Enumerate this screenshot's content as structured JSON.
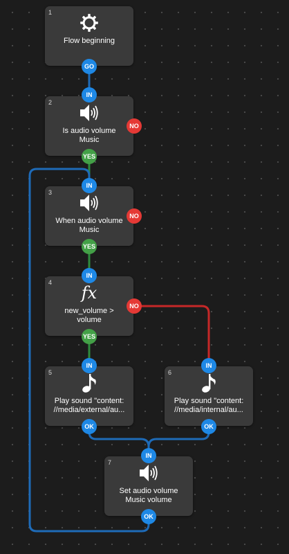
{
  "colors": {
    "background": "#1c1c1c",
    "node": "#3a3a3a",
    "port_in": "#1e88e5",
    "port_yes": "#43a047",
    "port_no": "#e53935",
    "wire_blue": "#1e6bb8",
    "wire_green": "#2e8b3e",
    "wire_red": "#c62828"
  },
  "nodes": [
    {
      "number": "1",
      "icon": "gear-icon",
      "label": "Flow beginning",
      "ports": {
        "out": "GO"
      }
    },
    {
      "number": "2",
      "icon": "speaker-icon",
      "label": "Is audio volume\nMusic",
      "ports": {
        "in": "IN",
        "yes": "YES",
        "no": "NO"
      }
    },
    {
      "number": "3",
      "icon": "speaker-icon",
      "label": "When audio volume\nMusic",
      "ports": {
        "in": "IN",
        "yes": "YES",
        "no": "NO"
      }
    },
    {
      "number": "4",
      "icon": "function-icon",
      "icon_text": "fx",
      "label": "new_volume >\nvolume",
      "ports": {
        "in": "IN",
        "yes": "YES",
        "no": "NO"
      }
    },
    {
      "number": "5",
      "icon": "music-note-icon",
      "label": "Play sound \"content:\n//media/external/au...",
      "ports": {
        "in": "IN",
        "ok": "OK"
      }
    },
    {
      "number": "6",
      "icon": "music-note-icon",
      "label": "Play sound \"content:\n//media/internal/au...",
      "ports": {
        "in": "IN",
        "ok": "OK"
      }
    },
    {
      "number": "7",
      "icon": "speaker-icon",
      "label": "Set audio volume\nMusic volume",
      "ports": {
        "in": "IN",
        "ok": "OK"
      }
    }
  ]
}
